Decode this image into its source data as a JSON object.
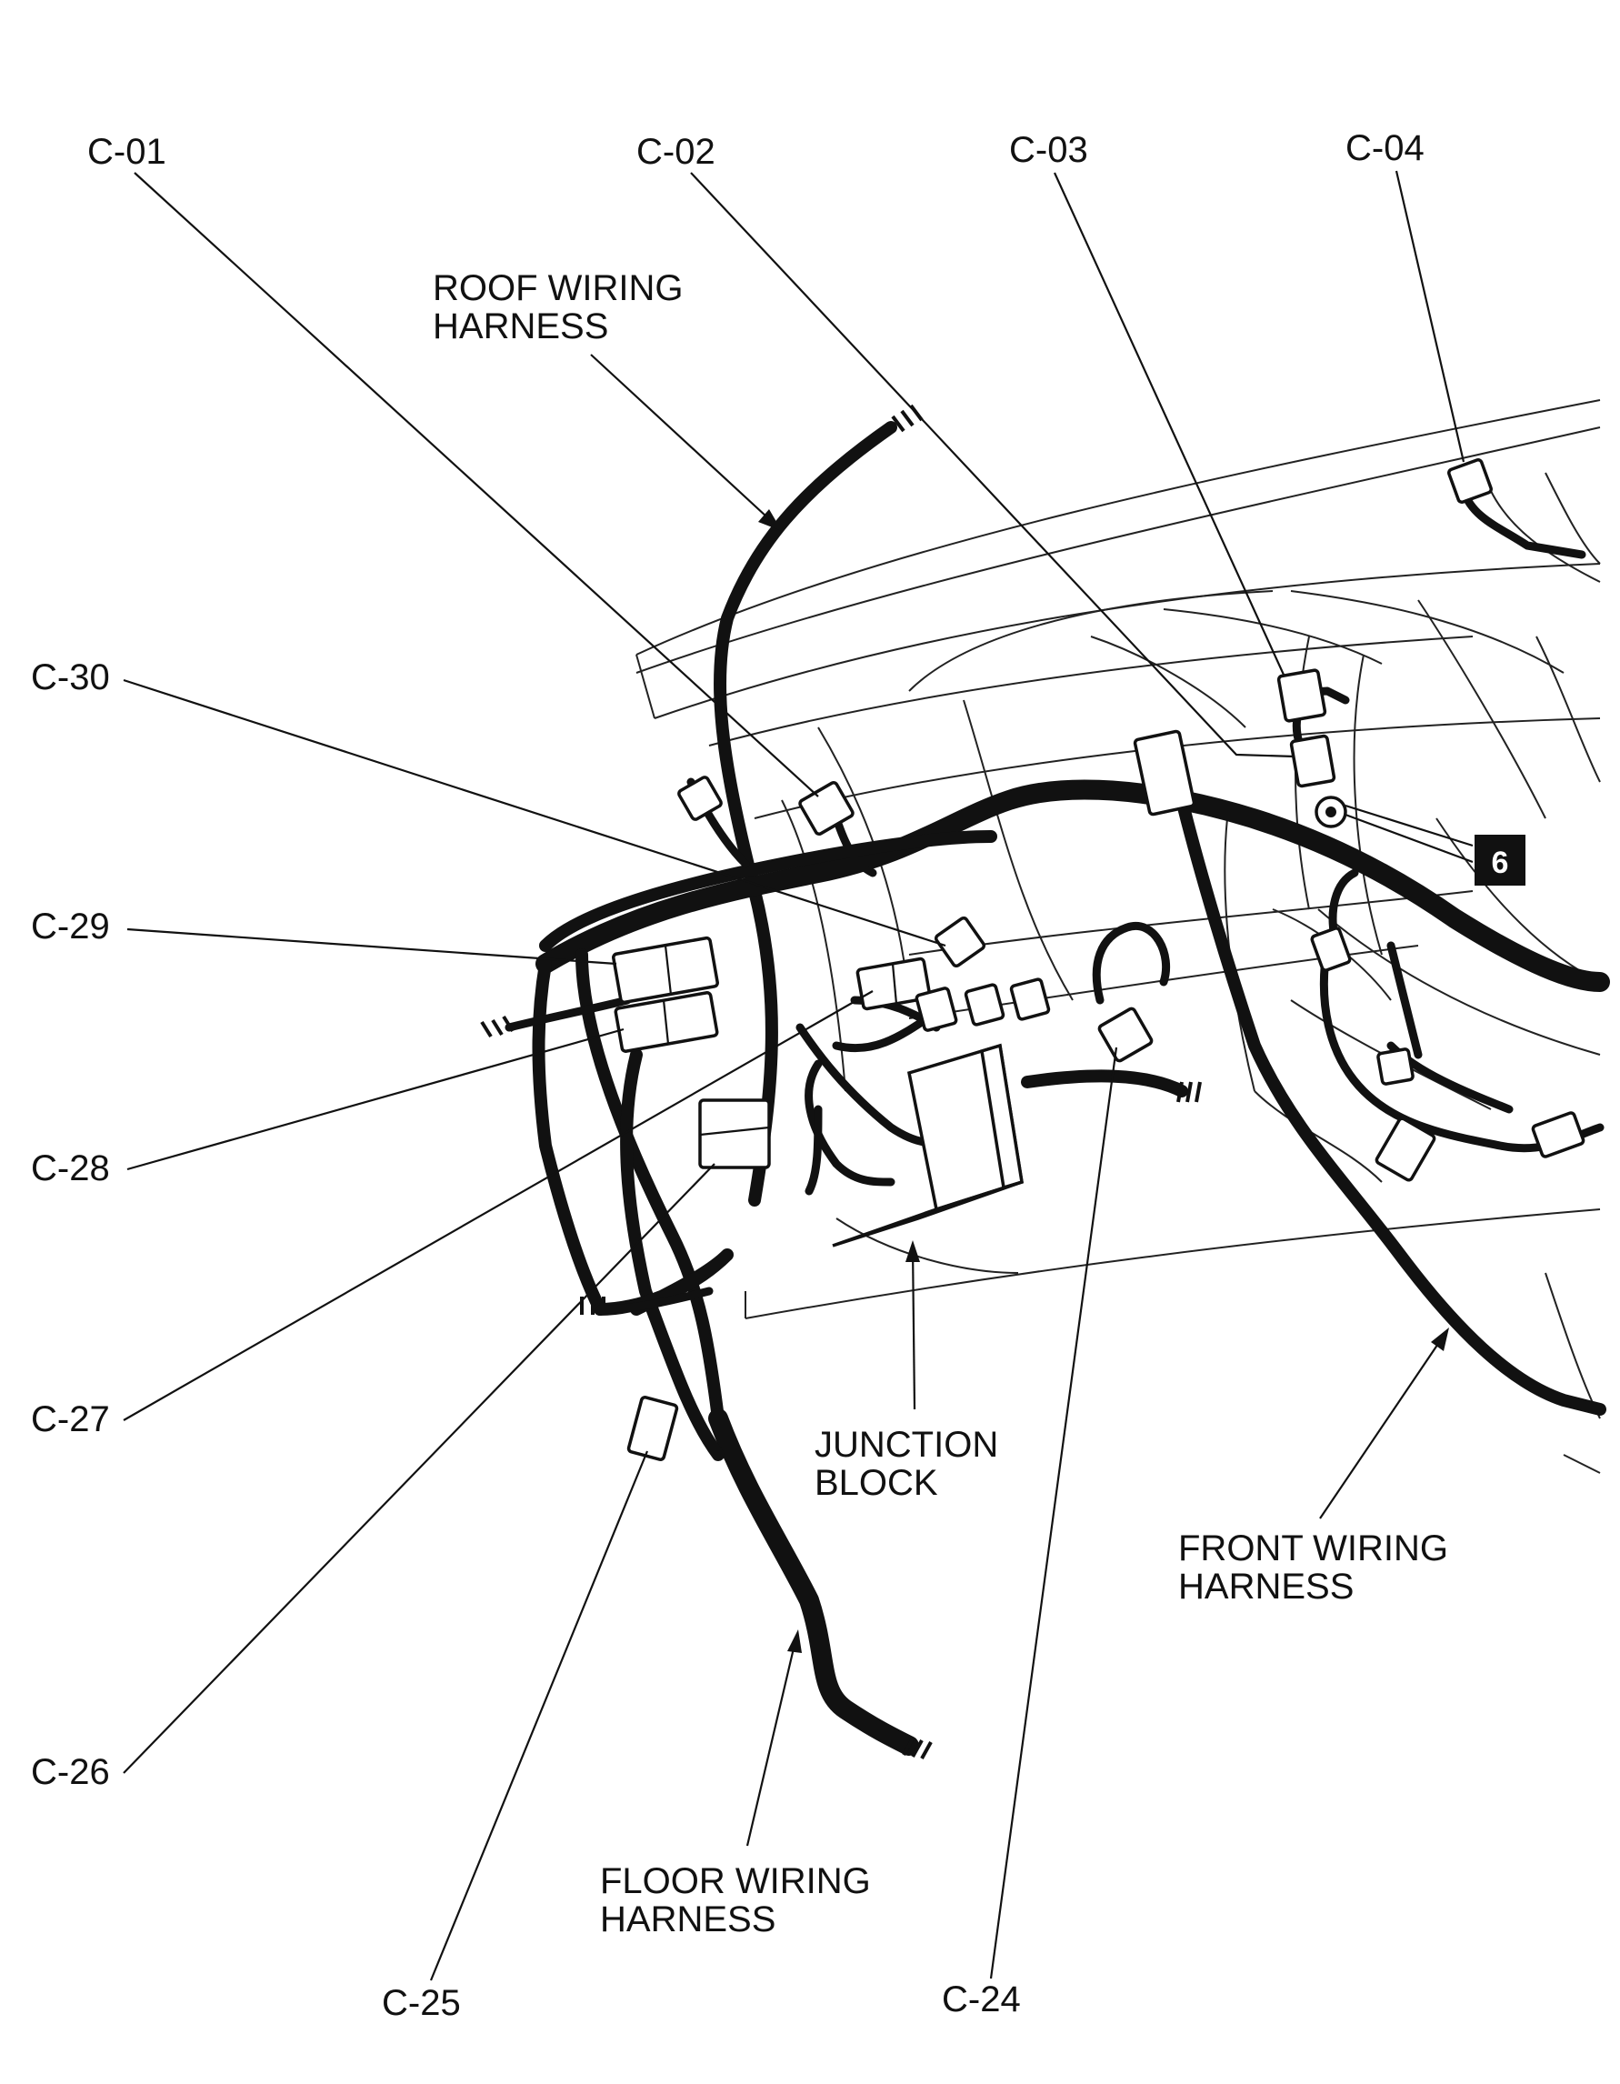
{
  "connectors": {
    "c01": "C-01",
    "c02": "C-02",
    "c03": "C-03",
    "c04": "C-04",
    "c24": "C-24",
    "c25": "C-25",
    "c26": "C-26",
    "c27": "C-27",
    "c28": "C-28",
    "c29": "C-29",
    "c30": "C-30"
  },
  "harness_labels": {
    "roof_line1": "ROOF WIRING",
    "roof_line2": "HARNESS",
    "junction_line1": "JUNCTION",
    "junction_line2": "BLOCK",
    "front_line1": "FRONT WIRING",
    "front_line2": "HARNESS",
    "floor_line1": "FLOOR WIRING",
    "floor_line2": "HARNESS"
  },
  "callout": {
    "number": "6",
    "fill": "#111111",
    "text_color": "#ffffff"
  }
}
